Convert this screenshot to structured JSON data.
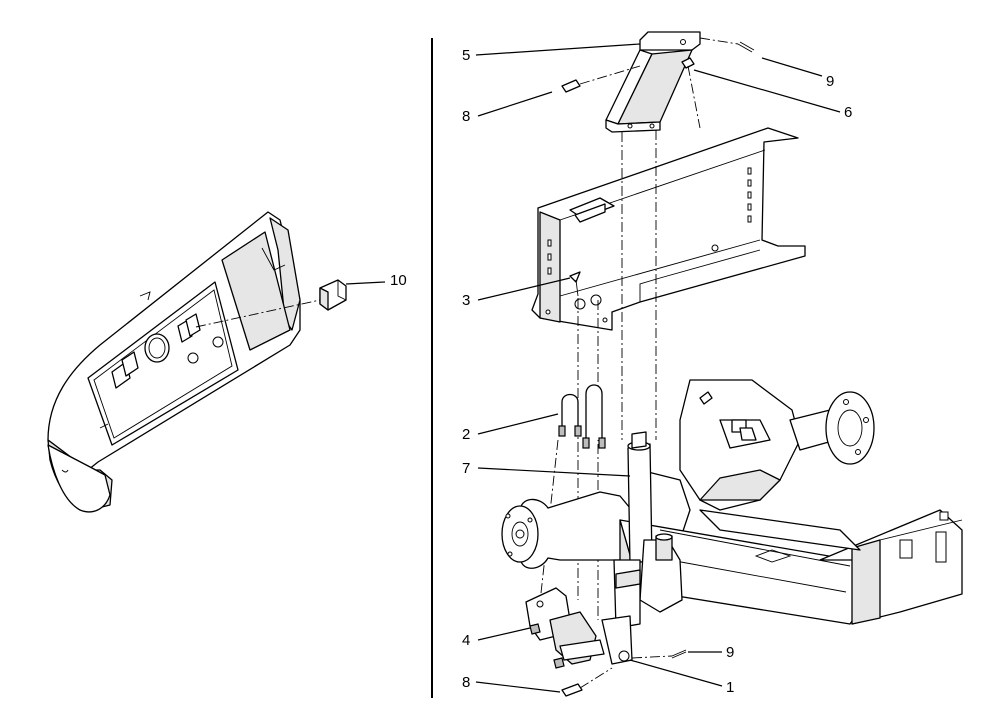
{
  "callouts": [
    {
      "id": "c5",
      "label": "5"
    },
    {
      "id": "c9a",
      "label": "9"
    },
    {
      "id": "c8a",
      "label": "8"
    },
    {
      "id": "c6",
      "label": "6"
    },
    {
      "id": "c10",
      "label": "10"
    },
    {
      "id": "c3",
      "label": "3"
    },
    {
      "id": "c2",
      "label": "2"
    },
    {
      "id": "c7",
      "label": "7"
    },
    {
      "id": "c4",
      "label": "4"
    },
    {
      "id": "c9b",
      "label": "9"
    },
    {
      "id": "c8b",
      "label": "8"
    },
    {
      "id": "c1",
      "label": "1"
    }
  ]
}
